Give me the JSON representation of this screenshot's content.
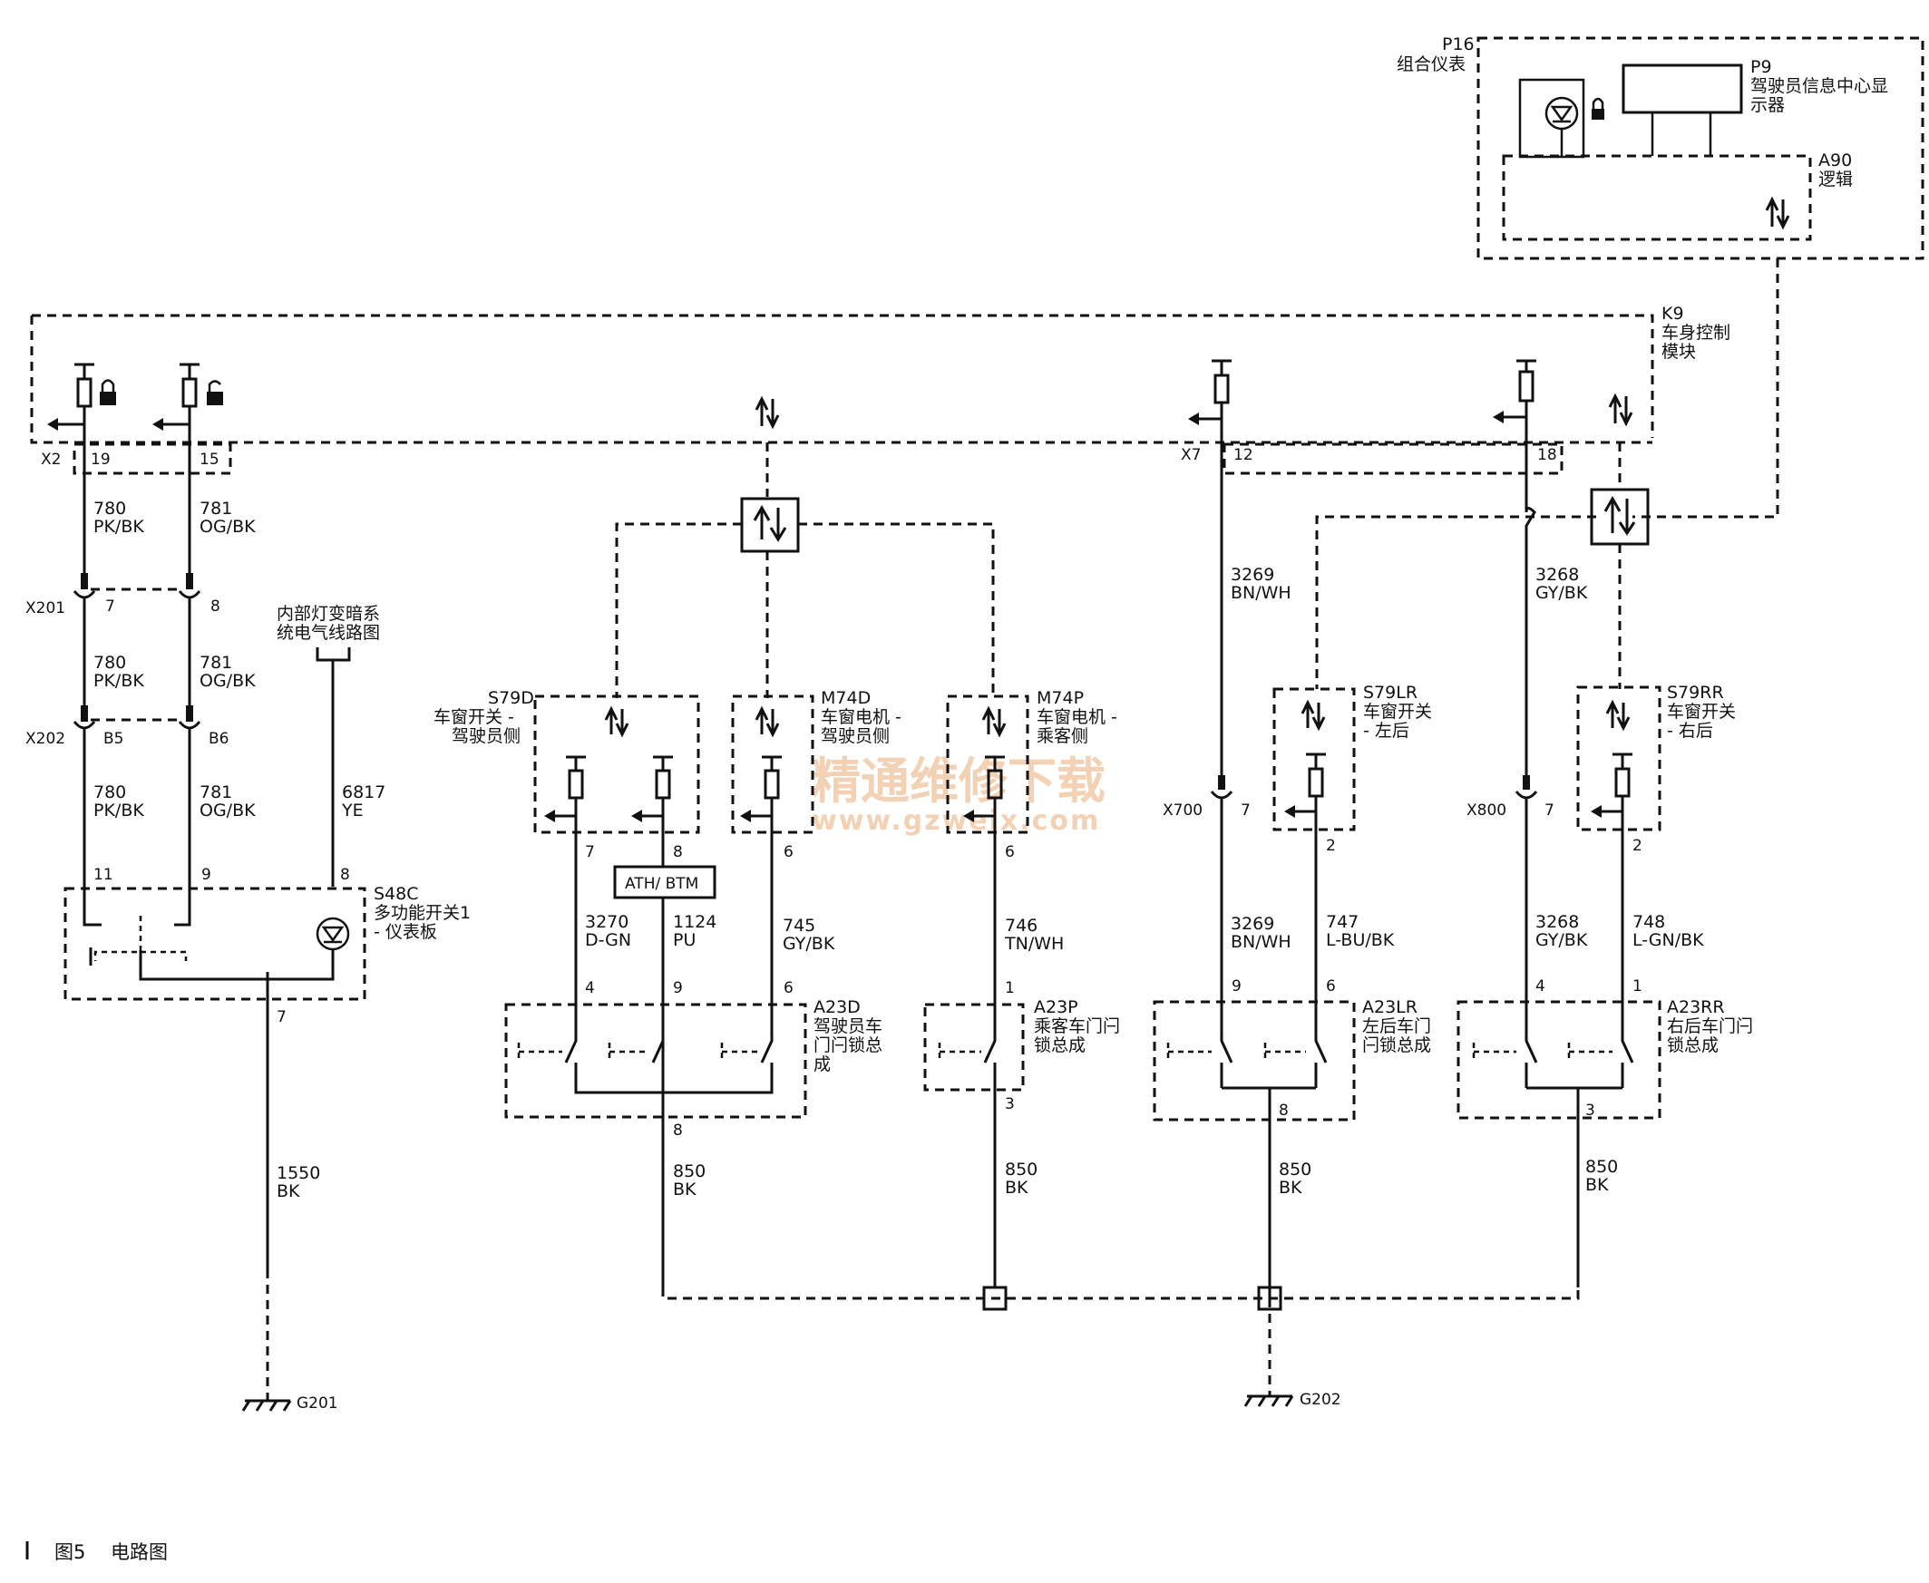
{
  "caption": {
    "fig": "图5",
    "title": "电路图"
  },
  "watermark": {
    "line1": "精通维修下载",
    "line2": "www.gzweix.com"
  },
  "modules": {
    "p16": {
      "id": "P16",
      "name": "组合仪表"
    },
    "p9": {
      "id": "P9",
      "name1": "驾驶员信息中心显",
      "name2": "示器"
    },
    "a90": {
      "id": "A90",
      "name": "逻辑"
    },
    "k9": {
      "id": "K9",
      "name1": "车身控制",
      "name2": "模块"
    },
    "s79d": {
      "id": "S79D",
      "name1": "车窗开关 -",
      "name2": "驾驶员侧"
    },
    "m74d": {
      "id": "M74D",
      "name1": "车窗电机 -",
      "name2": "驾驶员侧"
    },
    "m74p": {
      "id": "M74P",
      "name1": "车窗电机 -",
      "name2": "乘客侧"
    },
    "s79lr": {
      "id": "S79LR",
      "name1": "车窗开关",
      "name2": "- 左后"
    },
    "s79rr": {
      "id": "S79RR",
      "name1": "车窗开关",
      "name2": "- 右后"
    },
    "s48c": {
      "id": "S48C",
      "name1": "多功能开关1",
      "name2": "- 仪表板"
    },
    "dimmer": {
      "line1": "内部灯变暗系",
      "line2": "统电气线路图"
    },
    "a23d": {
      "id": "A23D",
      "name1": "驾驶员车",
      "name2": "门闩锁总",
      "name3": "成"
    },
    "a23p": {
      "id": "A23P",
      "name1": "乘客车门闩",
      "name2": "锁总成"
    },
    "a23lr": {
      "id": "A23LR",
      "name1": "左后车门",
      "name2": "闩锁总成"
    },
    "a23rr": {
      "id": "A23RR",
      "name1": "右后车门闩",
      "name2": "锁总成"
    },
    "ath": "ATH/ BTM"
  },
  "connectors": {
    "x2": "X2",
    "x7": "X7",
    "x201": "X201",
    "x202": "X202",
    "x700": "X700",
    "x800": "X800",
    "g201": "G201",
    "g202": "G202"
  },
  "pins": {
    "k9_19": "19",
    "k9_15": "15",
    "k9_12": "12",
    "k9_18": "18",
    "x201_7": "7",
    "x201_8": "8",
    "x202_b5": "B5",
    "x202_b6": "B6",
    "s48c_11": "11",
    "s48c_9": "9",
    "s48c_8": "8",
    "s48c_7": "7",
    "s79d_7": "7",
    "s79d_8": "8",
    "m74d_6": "6",
    "m74p_6": "6",
    "a23d_4": "4",
    "a23d_9": "9",
    "a23d_6": "6",
    "a23d_8": "8",
    "a23p_1": "1",
    "a23p_3": "3",
    "x700_7": "7",
    "s79lr_2": "2",
    "a23lr_9": "9",
    "a23lr_6": "6",
    "a23lr_8": "8",
    "x800_7": "7",
    "s79rr_2": "2",
    "a23rr_4": "4",
    "a23rr_1": "1",
    "a23rr_3": "3"
  },
  "wires": {
    "w780a": {
      "num": "780",
      "color": "PK/BK"
    },
    "w781a": {
      "num": "781",
      "color": "OG/BK"
    },
    "w780b": {
      "num": "780",
      "color": "PK/BK"
    },
    "w781b": {
      "num": "781",
      "color": "OG/BK"
    },
    "w780c": {
      "num": "780",
      "color": "PK/BK"
    },
    "w781c": {
      "num": "781",
      "color": "OG/BK"
    },
    "w6817": {
      "num": "6817",
      "color": "YE"
    },
    "w1550": {
      "num": "1550",
      "color": "BK"
    },
    "w3270": {
      "num": "3270",
      "color": "D-GN"
    },
    "w1124": {
      "num": "1124",
      "color": "PU"
    },
    "w745": {
      "num": "745",
      "color": "GY/BK"
    },
    "w746": {
      "num": "746",
      "color": "TN/WH"
    },
    "w850a": {
      "num": "850",
      "color": "BK"
    },
    "w850b": {
      "num": "850",
      "color": "BK"
    },
    "w850c": {
      "num": "850",
      "color": "BK"
    },
    "w850d": {
      "num": "850",
      "color": "BK"
    },
    "w3269a": {
      "num": "3269",
      "color": "BN/WH"
    },
    "w3269b": {
      "num": "3269",
      "color": "BN/WH"
    },
    "w747": {
      "num": "747",
      "color": "L-BU/BK"
    },
    "w3268a": {
      "num": "3268",
      "color": "GY/BK"
    },
    "w3268b": {
      "num": "3268",
      "color": "GY/BK"
    },
    "w748": {
      "num": "748",
      "color": "L-GN/BK"
    }
  }
}
